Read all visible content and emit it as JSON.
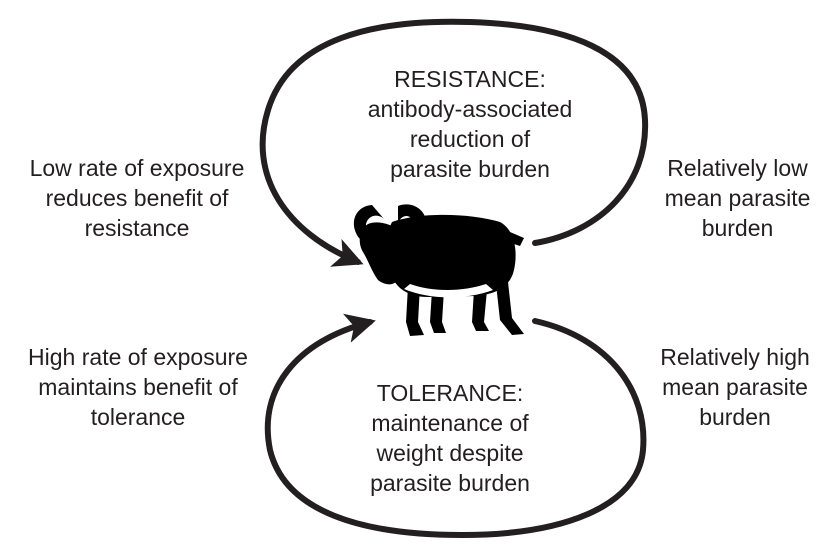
{
  "resistance_box": {
    "lines": [
      "RESISTANCE:",
      "antibody-associated",
      "reduction of",
      "parasite burden"
    ]
  },
  "tolerance_box": {
    "lines": [
      "TOLERANCE:",
      "maintenance of",
      "weight despite",
      "parasite burden"
    ]
  },
  "left_top_note": {
    "lines": [
      "Low rate of exposure",
      "reduces benefit of",
      "resistance"
    ]
  },
  "left_bottom_note": {
    "lines": [
      "High rate of exposure",
      "maintains benefit of",
      "tolerance"
    ]
  },
  "right_top_note": {
    "lines": [
      "Relatively low",
      "mean parasite",
      "burden"
    ]
  },
  "right_bottom_note": {
    "lines": [
      "Relatively high",
      "mean parasite",
      "burden"
    ]
  },
  "colors": {
    "ink": "#231f20",
    "background": "#ffffff"
  },
  "icons": {
    "animal": "ram-silhouette-icon"
  }
}
